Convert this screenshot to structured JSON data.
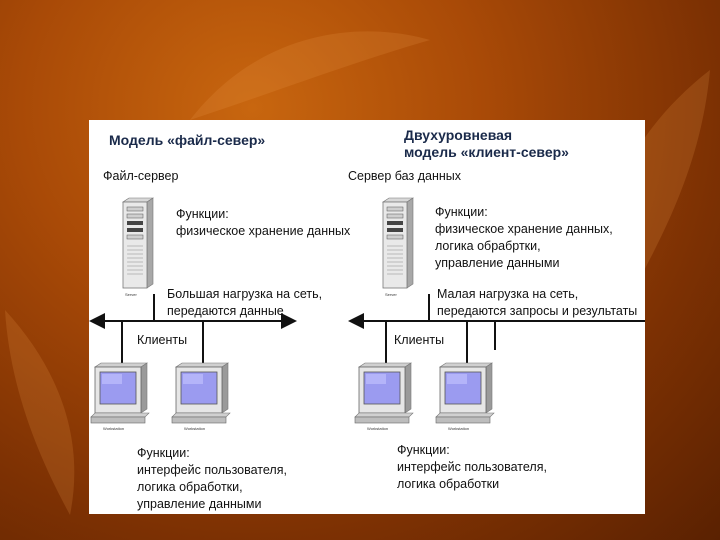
{
  "left": {
    "title": "Модель «файл-север»",
    "server_caption": "Файл-сервер",
    "server_functions": "Функции:\nфизическое хранение данных",
    "load_note": "Большая нагрузка на сеть,\nпередаются данные",
    "clients_label": "Клиенты",
    "client_functions": "Функции:\nинтерфейс пользователя,\nлогика обработки,\nуправление данными"
  },
  "right": {
    "title": "Двухуровневая\nмодель «клиент-север»",
    "server_caption": "Сервер баз данных",
    "server_functions": "Функции:\nфизическое хранение данных,\nлогика обрабртки,\nуправление данными",
    "load_note": "Малая нагрузка на сеть,\nпередаются запросы и результаты",
    "clients_label": "Клиенты",
    "client_functions": "Функции:\nинтерфейс пользователя,\nлогика обработки"
  },
  "device_labels": {
    "server": "Server",
    "workstation": "Workstation"
  },
  "colors": {
    "background": "#a94a07",
    "panel": "#ffffff",
    "title": "#1a2a4a",
    "screen": "#9b9bf0"
  }
}
